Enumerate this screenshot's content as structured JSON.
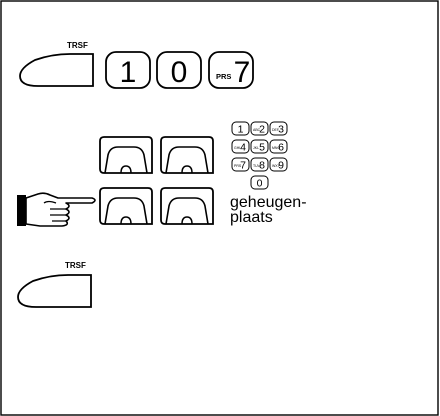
{
  "step1": {
    "trsf_label": "TRSF",
    "keys": [
      {
        "digit": "1",
        "letters": ""
      },
      {
        "digit": "0",
        "letters": ""
      },
      {
        "digit": "7",
        "letters": "PRS"
      }
    ]
  },
  "step2": {
    "keypad": [
      {
        "digit": "1",
        "letters": ""
      },
      {
        "digit": "2",
        "letters": "ABC"
      },
      {
        "digit": "3",
        "letters": "DEF"
      },
      {
        "digit": "4",
        "letters": "GHI"
      },
      {
        "digit": "5",
        "letters": "JKL"
      },
      {
        "digit": "6",
        "letters": "MNO"
      },
      {
        "digit": "7",
        "letters": "PRS"
      },
      {
        "digit": "8",
        "letters": "TUV"
      },
      {
        "digit": "9",
        "letters": "WXY"
      },
      {
        "digit": "0",
        "letters": ""
      }
    ],
    "memory_label_line1": "geheugen-",
    "memory_label_line2": "plaats"
  },
  "step3": {
    "trsf_label": "TRSF"
  }
}
